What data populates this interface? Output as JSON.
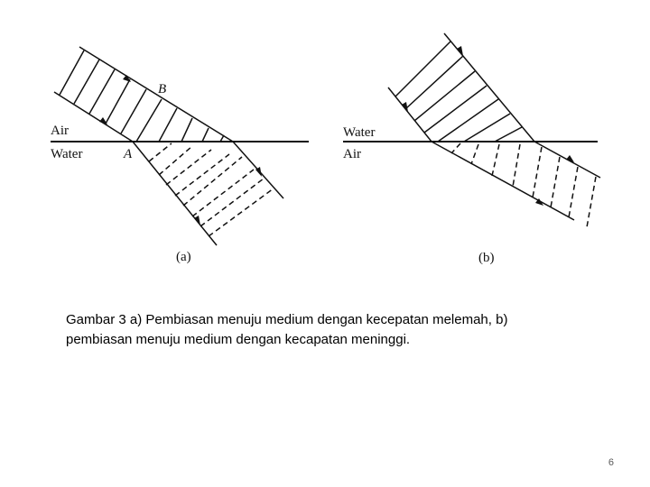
{
  "figure": {
    "panel_a": {
      "top_medium_label": "Air",
      "bottom_medium_label": "Water",
      "point_a_label": "A",
      "point_b_label": "B",
      "panel_label": "(a)"
    },
    "panel_b": {
      "top_medium_label": "Water",
      "bottom_medium_label": "Air",
      "panel_label": "(b)"
    }
  },
  "caption": {
    "line1": "Gambar 3 a) Pembiasan menuju medium dengan kecepatan melemah, b)",
    "line2": "pembiasan menuju medium dengan kecapatan meninggi."
  },
  "page_number": "6",
  "colors": {
    "ink": "#111111",
    "caption_text": "#000000",
    "page_number_text": "#595959",
    "background": "#ffffff"
  }
}
